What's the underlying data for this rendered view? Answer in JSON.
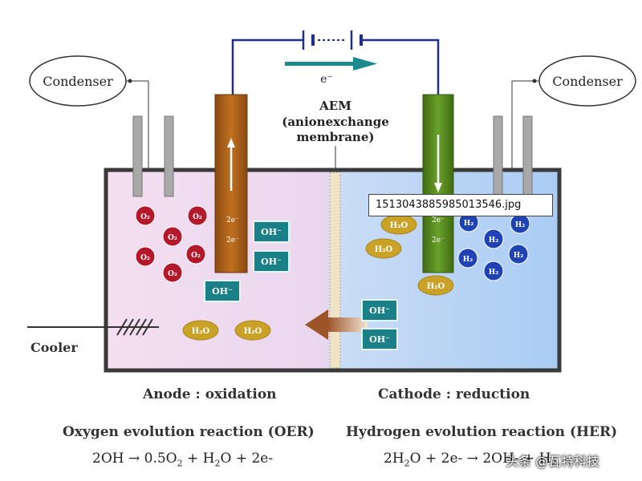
{
  "labels": {
    "condenser_left": "Condenser",
    "condenser_right": "Condenser",
    "electron": "e⁻",
    "membrane_line1": "AEM",
    "membrane_line2": "(anionexchange",
    "membrane_line3": "membrane)",
    "cooler": "Cooler",
    "anode": "Anode : oxidation",
    "cathode": "Cathode : reduction",
    "oer_title": "Oxygen evolution reaction (OER)",
    "her_title": "Hydrogen evolution reaction (HER)"
  },
  "equations": {
    "oer": {
      "p1": "2OH → 0.5O",
      "s1": "2",
      "p2": " + H",
      "s2": "2",
      "p3": "O + 2e-"
    },
    "her": {
      "p1": "2H",
      "s1": "2",
      "p2": "O + 2e- → 2OH- + H",
      "s2": "2"
    }
  },
  "species": {
    "oxygen": "O₂",
    "hydrogen": "H₂",
    "water": "H₂O",
    "hydroxide": "OH⁻",
    "electron_in_rod": "2e⁻"
  },
  "tooltip": "1513043885985013546.jpg",
  "watermark": "头条 @瓦特科技",
  "colors": {
    "anode_rod": "#b5651d",
    "cathode_rod": "#5e8f1f",
    "anolyte": "#f2dcef",
    "catholyte": "#b9d6f5",
    "oxygen": "#b3192b",
    "hydrogen": "#1f43b5",
    "water": "#c9a227",
    "hydroxide": "#1a8088",
    "arrow": "#a0522d"
  }
}
